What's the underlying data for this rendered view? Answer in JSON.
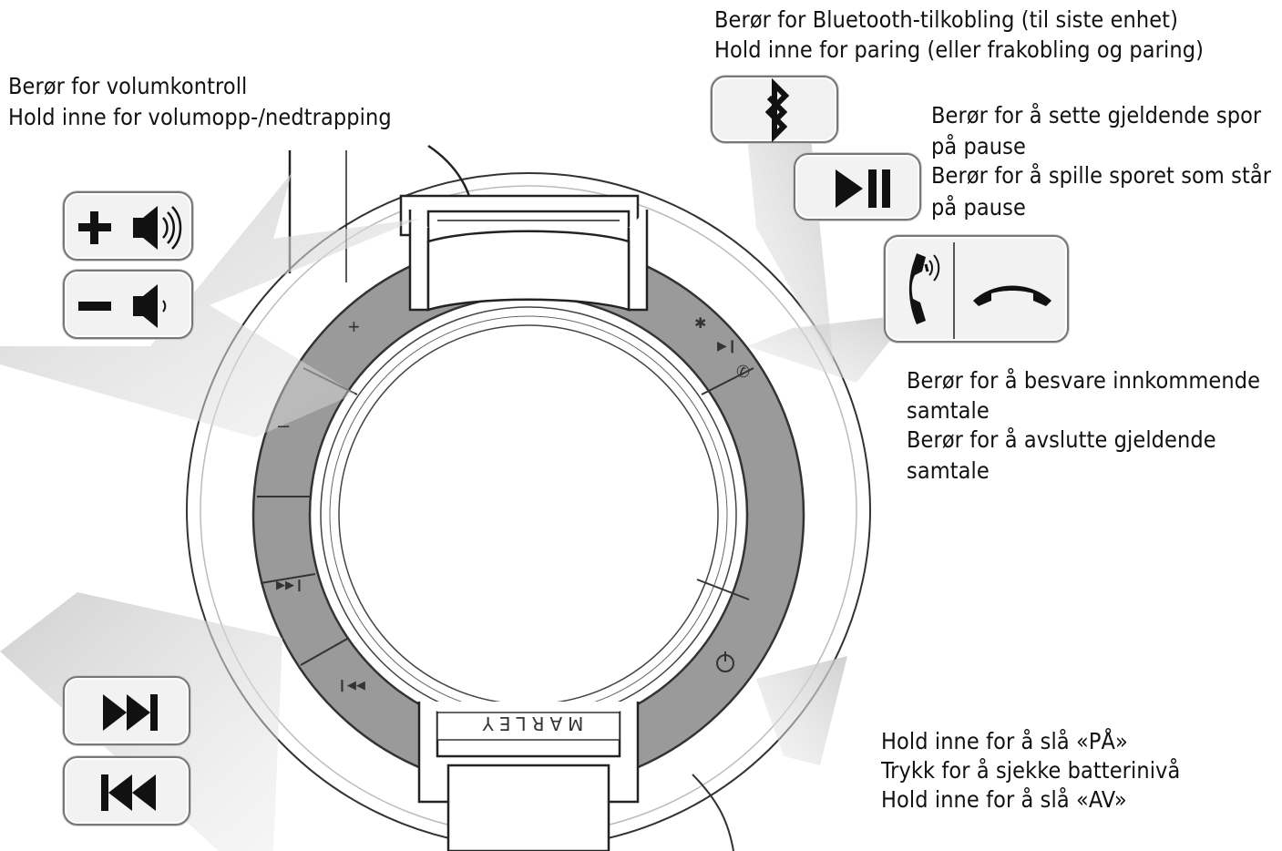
{
  "volume": {
    "line1": "Berør for volumkontroll",
    "line2": "Hold inne for volumopp-/nedtrapping",
    "up_icon": "volume-up-icon",
    "down_icon": "volume-down-icon"
  },
  "bluetooth": {
    "line1": "Berør for Bluetooth-tilkobling (til siste enhet)",
    "line2": "Hold inne for paring (eller frakobling og paring)",
    "icon": "bluetooth-icon"
  },
  "play_pause": {
    "line1": "Berør for å sette gjeldende spor",
    "line2": "på pause",
    "line3": "Berør for å spille sporet som står",
    "line4": "på pause",
    "icon": "play-pause-icon"
  },
  "call": {
    "line1": "Berør for å besvare innkommende",
    "line2": "samtale",
    "line3": "Berør for å avslutte gjeldende",
    "line4": "samtale",
    "answer_icon": "phone-answer-icon",
    "hangup_icon": "phone-hangup-icon"
  },
  "power": {
    "line1": "Hold inne for å slå «PÅ»",
    "line2": "Trykk for å sjekke batterinivå",
    "line3": "Hold inne for å slå «AV»",
    "icon": "power-icon"
  },
  "track": {
    "next_icon": "next-track-icon",
    "prev_icon": "previous-track-icon"
  },
  "headphone": {
    "brand": "MARLEY",
    "ring_labels": [
      "+",
      "–"
    ]
  },
  "colors": {
    "ring": "#9a9a9a",
    "outline": "#333333",
    "pointer": "#d4d4d4",
    "button_border": "#777777"
  }
}
